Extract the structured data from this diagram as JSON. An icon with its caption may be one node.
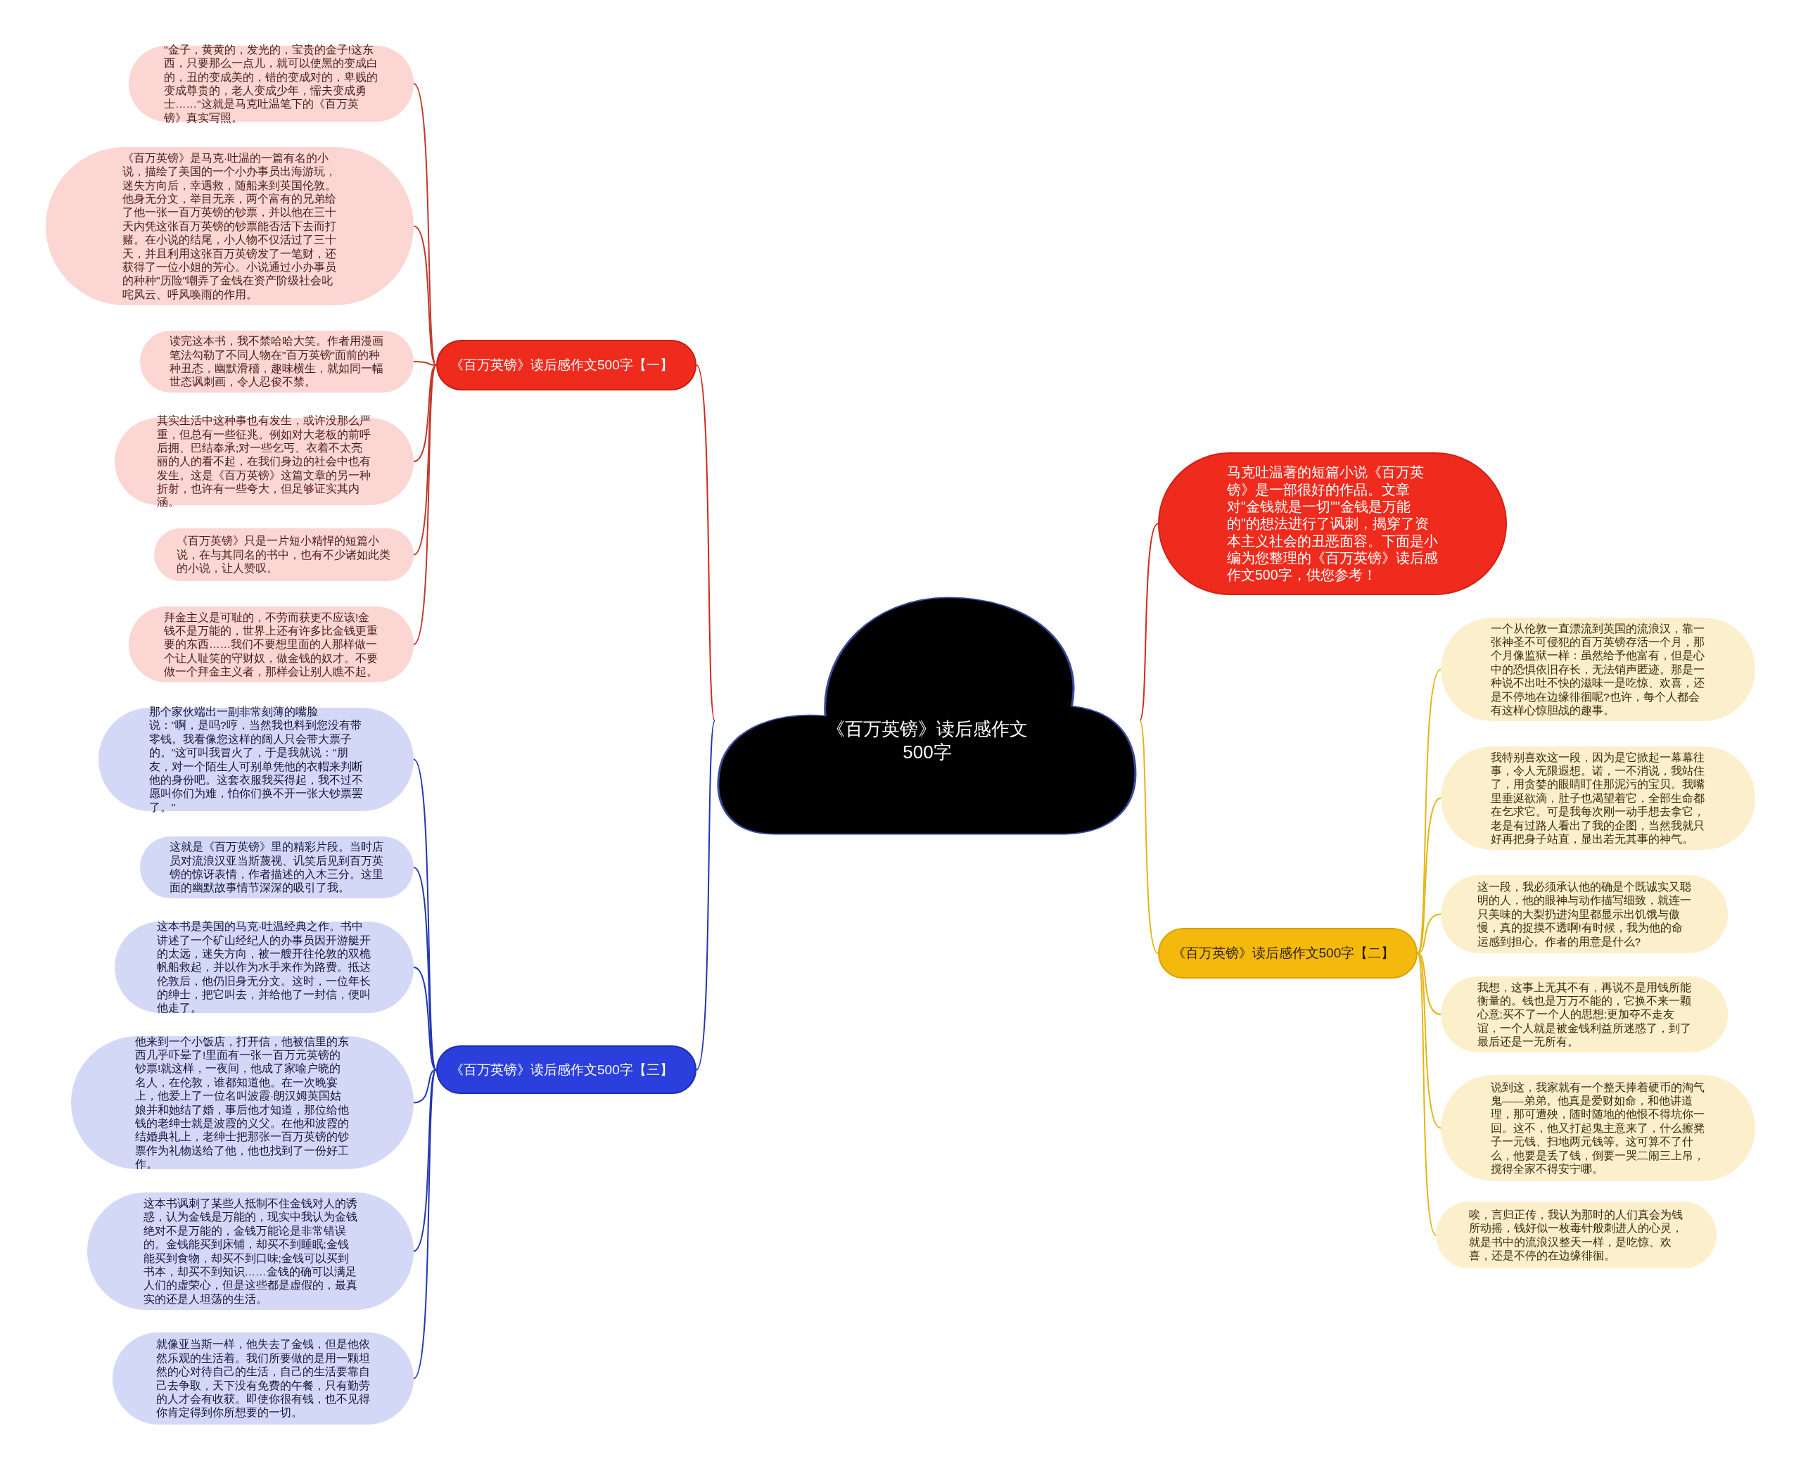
{
  "diagram": {
    "nodes": [
      {
        "text": [
          "《百万英镑》读后感作文500字"
        ]
      },
      {
        "text": [
          "《百万英镑》读后感作文500字【一】"
        ]
      },
      {
        "text": [
          "\"金子，黄黄的，发光的，宝贵的金子!这东西，只要那么一点儿，就可以使黑的变成白的，丑的变成美的，错的变成对的，卑贱的变成尊贵的，老人变成少年，懦夫变成勇士……\"这就是马克吐温笔下的《百万英镑》真实写照。"
        ]
      },
      {
        "text": [
          "《百万英镑》是马克·吐温的一篇有名的小说，描绘了美国的一个小办事员出海游玩，迷失方向后，幸遇救，随船来到英国伦敦。他身无分文，举目无亲，两个富有的兄弟给了他一张一百万英镑的钞票，并以他在三十天内凭这张百万英镑的钞票能否活下去而打赌。在小说的结尾，小人物不仅活过了三十天，并且利用这张百万英镑发了一笔财，还获得了一位小姐的芳心。小说通过小办事员的种种\"历险\"嘲弄了金钱在资产阶级社会叱咤风云、呼风唤雨的作用。"
        ]
      },
      {
        "text": [
          "读完这本书，我不禁哈哈大笑。作者用漫画笔法勾勒了不同人物在\"百万英镑\"面前的种种丑态，幽默滑稽，趣味横生，就如同一幅世态讽刺画，令人忍俊不禁。"
        ]
      },
      {
        "text": [
          "其实生活中这种事也有发生，或许没那么严重，但总有一些征兆。例如对大老板的前呼后拥、巴结奉承;对一些乞丐、衣着不太亮丽的人的看不起，在我们身边的社会中也有发生。这是《百万英镑》这篇文章的另一种折射，也许有一些夸大，但足够证实其内涵。"
        ]
      },
      {
        "text": [
          "《百万英镑》只是一片短小精悍的短篇小说，在与其同名的书中，也有不少诸如此类的小说，让人赞叹。"
        ]
      },
      {
        "text": [
          "拜金主义是可耻的，不劳而获更不应该!金钱不是万能的，世界上还有许多比金钱更重要的东西……我们不要想里面的人那样做一个让人耻笑的守财奴，做金钱的奴才。不要做一个拜金主义者，那样会让别人瞧不起。"
        ]
      },
      {
        "text": [
          "马克吐温著的短篇小说《百万英镑》是一部很好的作品。文章对\"金钱就是一切\"\"金钱是万能的\"的想法进行了讽刺，揭穿了资本主义社会的丑恶面容。下面是小编为您整理的《百万英镑》读后感作文500字，供您参考！"
        ]
      },
      {
        "text": [
          "《百万英镑》读后感作文500字【二】"
        ]
      },
      {
        "text": [
          "一个从伦敦一直漂流到英国的流浪汉，靠一张神圣不可侵犯的百万英镑存活一个月，那个月像监狱一样：虽然给予他富有，但是心中的恐惧依旧存长，无法销声匿迹。那是一种说不出吐不快的滋味一是吃惊、欢喜，还是不停地在边缘徘徊呢?也许，每个人都会有这样心惊胆战的趣事。"
        ]
      },
      {
        "text": [
          "我特别喜欢这一段，因为是它掀起一幕幕往事，令人无限遐想。诺，一不消说，我站住了，用贪婪的眼睛盯住那泥污的宝贝。我嘴里垂涎欲滴，肚子也渴望着它，全部生命都在乞求它。可是我每次刚一动手想去拿它，老是有过路人看出了我的企图，当然我就只好再把身子站直，显出若无其事的神气。"
        ]
      },
      {
        "text": [
          "这一段，我必须承认他的确是个既诚实又聪明的人，他的眼神与动作描写细致，就连一只美味的大梨扔进沟里都显示出饥饿与傲慢，真的捉摸不透啊!有时候，我为他的命运感到担心。作者的用意是什么?"
        ]
      },
      {
        "text": [
          "我想，这事上无其不有，再说不是用钱所能衡量的。钱也是万万不能的，它换不来一颗心意;买不了一个人的思想;更加夺不走友谊，一个人就是被金钱利益所迷惑了，到了最后还是一无所有。"
        ]
      },
      {
        "text": [
          "说到这，我家就有一个整天捧着硬币的淘气鬼——弟弟。他真是爱财如命，和他讲道理，那可遭殃，随时随地的他恨不得坑你一回。这不，他又打起鬼主意来了，什么擦凳子一元钱、扫地两元钱等。这可算不了什么，他要是丢了钱，倒要一哭二闹三上吊，搅得全家不得安宁哪。"
        ]
      },
      {
        "text": [
          "唉，言归正传，我认为那时的人们真会为钱所动摇，钱好似一枚毒针般刺进人的心灵，就是书中的流浪汉整天一样，是吃惊、欢喜，还是不停的在边缘徘徊。"
        ]
      },
      {
        "text": [
          "《百万英镑》读后感作文500字【三】"
        ]
      },
      {
        "text": [
          "那个家伙端出一副非常刻薄的嘴脸说：\"啊，是吗?哼，当然我也料到您没有带零钱。我看像您这样的阔人只会带大票子的。\"这可叫我冒火了，于是我就说：\"朋友，对一个陌生人可别单凭他的衣帽来判断他的身份吧。这套衣服我买得起，我不过不愿叫你们为难，怕你们换不开一张大钞票罢了。\""
        ]
      },
      {
        "text": [
          "这就是《百万英镑》里的精彩片段。当时店员对流浪汉亚当斯蔑视、讥笑后见到百万英镑的惊讶表情，作者描述的入木三分。这里面的幽默故事情节深深的吸引了我。"
        ]
      },
      {
        "text": [
          "这本书是美国的马克·吐温经典之作。书中讲述了一个矿山经纪人的办事员因开游艇开的太远，迷失方向，被一艘开往伦敦的双桅帆船救起，并以作为水手来作为路费。抵达伦敦后，他仍旧身无分文。这时，一位年长的绅士，把它叫去，并给他了一封信，便叫他走了。"
        ]
      },
      {
        "text": [
          "他来到一个小饭店，打开信，他被信里的东西几乎吓晕了!里面有一张一百万元英镑的钞票!就这样，一夜间，他成了家喻户晓的名人，在伦敦，谁都知道他。在一次晚宴上，他爱上了一位名叫波霞·朗汉姆英国姑娘并和她结了婚，事后他才知道，那位给他钱的老绅士就是波霞的义父。在他和波霞的结婚典礼上，老绅士把那张一百万英镑的钞票作为礼物送给了他，他也找到了一份好工作。"
        ]
      },
      {
        "text": [
          "这本书讽刺了某些人抵制不住金钱对人的诱惑，认为金钱是万能的，现实中我认为金钱绝对不是万能的，金钱万能论是非常错误的。金钱能买到床铺，却买不到睡眠;金钱能买到食物，却买不到口味;金钱可以买到书本，却买不到知识……金钱的确可以满足人们的虚荣心，但是这些都是虚假的，最真实的还是人坦荡的生活。"
        ]
      },
      {
        "text": [
          "就像亚当斯一样，他失去了金钱，但是他依然乐观的生活着。我们所要做的是用一颗坦然的心对待自己的生活，自己的生活要靠自己去争取，天下没有免费的午餐，只有勤劳的人才会有收获。即使你很有钱，也不见得你肯定得到你所想要的一切。"
        ]
      }
    ],
    "edges": [
      {
        "from": 0,
        "to": 1,
        "arrow": "none",
        "color": "#d2281c"
      },
      {
        "from": 1,
        "to": 2,
        "arrow": "none",
        "color": "#c0392b"
      },
      {
        "from": 1,
        "to": 3,
        "arrow": "none",
        "color": "#c0392b"
      },
      {
        "from": 1,
        "to": 4,
        "arrow": "none",
        "color": "#c0392b"
      },
      {
        "from": 1,
        "to": 5,
        "arrow": "none",
        "color": "#c0392b"
      },
      {
        "from": 1,
        "to": 6,
        "arrow": "none",
        "color": "#c0392b"
      },
      {
        "from": 1,
        "to": 7,
        "arrow": "none",
        "color": "#c0392b"
      },
      {
        "from": 0,
        "to": 8,
        "arrow": "none",
        "color": "#d2281c"
      },
      {
        "from": 0,
        "to": 9,
        "arrow": "none",
        "color": "#e6b412"
      },
      {
        "from": 9,
        "to": 10,
        "arrow": "none",
        "color": "#e6b412"
      },
      {
        "from": 9,
        "to": 11,
        "arrow": "none",
        "color": "#e6b412"
      },
      {
        "from": 9,
        "to": 12,
        "arrow": "none",
        "color": "#e6b412"
      },
      {
        "from": 9,
        "to": 13,
        "arrow": "none",
        "color": "#e6b412"
      },
      {
        "from": 9,
        "to": 14,
        "arrow": "none",
        "color": "#e6b412"
      },
      {
        "from": 9,
        "to": 15,
        "arrow": "none",
        "color": "#e6b412"
      },
      {
        "from": 0,
        "to": 16,
        "arrow": "none",
        "color": "#2236b0"
      },
      {
        "from": 16,
        "to": 17,
        "arrow": "none",
        "color": "#2236b0"
      },
      {
        "from": 16,
        "to": 18,
        "arrow": "none",
        "color": "#2236b0"
      },
      {
        "from": 16,
        "to": 19,
        "arrow": "none",
        "color": "#2236b0"
      },
      {
        "from": 16,
        "to": 20,
        "arrow": "none",
        "color": "#2236b0"
      },
      {
        "from": 16,
        "to": 21,
        "arrow": "none",
        "color": "#2236b0"
      },
      {
        "from": 16,
        "to": 22,
        "arrow": "none",
        "color": "#2236b0"
      }
    ]
  }
}
